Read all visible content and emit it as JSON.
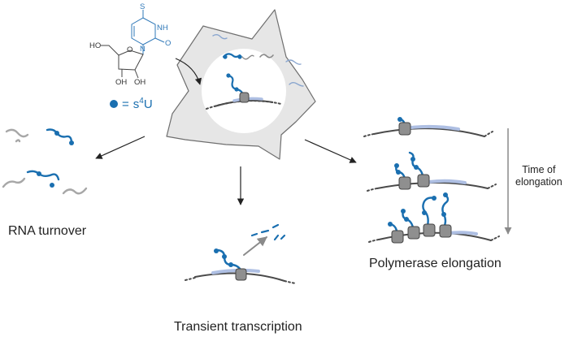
{
  "colors": {
    "blue": "#1a6fb0",
    "light_blue": "#aebfe3",
    "dark_gray": "#555555",
    "light_gray": "#a7a7a7",
    "cell_fill": "#e6e6e6",
    "nucleus_fill": "#ffffff",
    "pol_fill": "#8f8f8f"
  },
  "chemistry": {
    "sulfur": "S",
    "nh": "NH",
    "n": "N",
    "o": "O",
    "ring_o": "O",
    "ho_1": "HO",
    "oh_2": "OH",
    "oh_3": "OH"
  },
  "legend": {
    "equals": "=",
    "s": "s",
    "superscript": "4",
    "u": "U"
  },
  "labels": {
    "rna_turnover": "RNA turnover",
    "transient_transcription": "Transient transcription",
    "polymerase_elongation": "Polymerase elongation",
    "time_of_1": "Time of",
    "time_of_2": "elongation"
  }
}
